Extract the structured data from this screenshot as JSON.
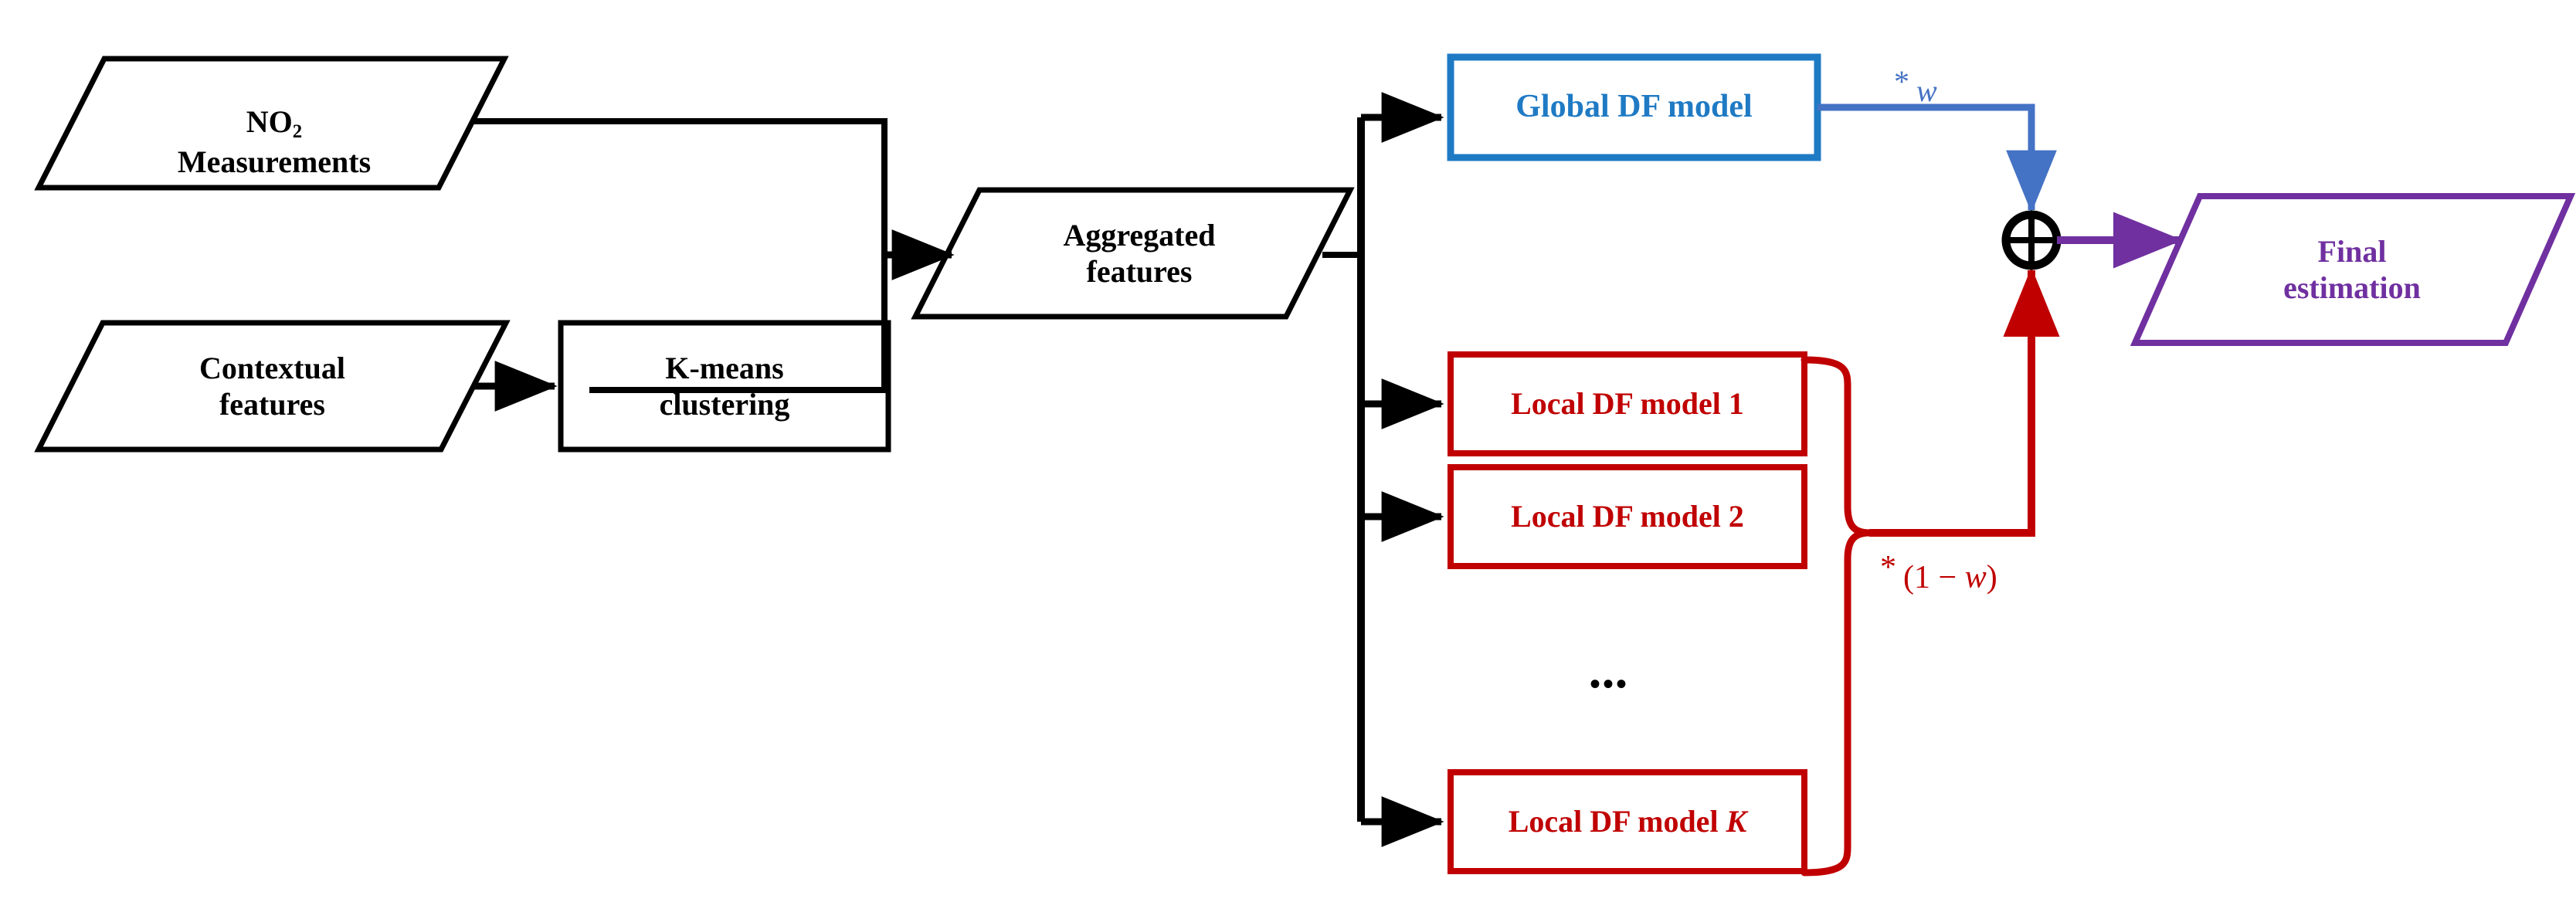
{
  "diagram": {
    "title": "Hybrid global/local DF model NO2 estimation flowchart",
    "background": "#ffffff",
    "colors": {
      "black": "#000000",
      "blue_box": "#1F7AC4",
      "blue_line": "#4472C4",
      "red": "#C00000",
      "purple": "#7030A0"
    },
    "nodes": [
      {
        "id": "no2-measurements",
        "shape": "parallelogram",
        "label_line1": "NO",
        "label_sub": "2",
        "label_line2": "Measurements",
        "color": "#000000"
      },
      {
        "id": "contextual-features",
        "shape": "parallelogram",
        "label": "Contextual\nfeatures",
        "color": "#000000"
      },
      {
        "id": "kmeans-clustering",
        "shape": "rectangle",
        "label": "K-means\nclustering",
        "color": "#000000"
      },
      {
        "id": "aggregated-features",
        "shape": "parallelogram",
        "label": "Aggregated\nfeatures",
        "color": "#000000"
      },
      {
        "id": "global-df-model",
        "shape": "rectangle",
        "label": "Global DF model",
        "color": "#1F7AC4"
      },
      {
        "id": "local-df-model-1",
        "shape": "rectangle",
        "label": "Local DF model 1",
        "color": "#C00000"
      },
      {
        "id": "local-df-model-2",
        "shape": "rectangle",
        "label": "Local DF model 2",
        "color": "#C00000"
      },
      {
        "id": "local-df-model-k",
        "shape": "rectangle",
        "label_prefix": "Local DF model ",
        "label_italic": "K",
        "color": "#C00000"
      },
      {
        "id": "final-estimation",
        "shape": "parallelogram",
        "label": "Final\nestimation",
        "color": "#7030A0"
      },
      {
        "id": "sum-operator",
        "shape": "circled-plus",
        "label": "",
        "color": "#000000"
      }
    ],
    "ellipsis": "•••",
    "edge_labels": [
      {
        "id": "global-weight",
        "asterisk": "*",
        "expression": "w",
        "color": "#4472C4"
      },
      {
        "id": "local-weight",
        "asterisk": "*",
        "expression_open": "(1 − ",
        "expression_italic": "w",
        "expression_close": ")",
        "color": "#C00000"
      }
    ]
  }
}
